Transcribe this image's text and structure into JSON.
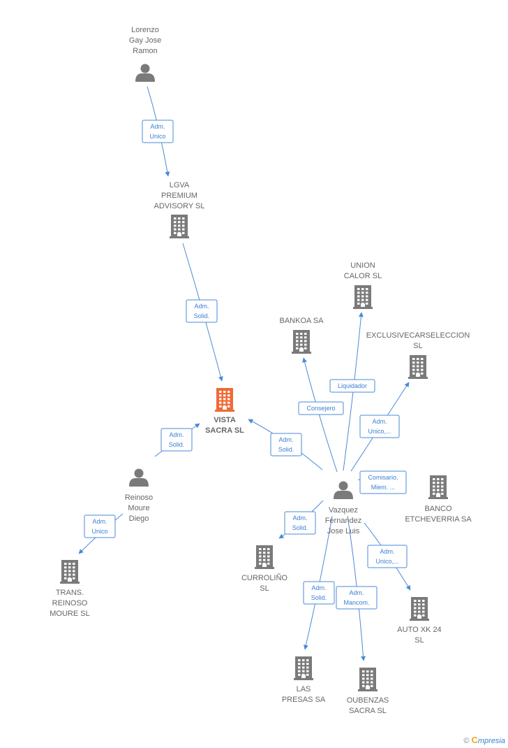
{
  "colors": {
    "edge": "#4a8ad8",
    "node": "#7a7a7a",
    "focus": "#f06a35",
    "label": "#666666"
  },
  "nodes": [
    {
      "id": "lorenzo",
      "type": "person",
      "lines": [
        "Lorenzo",
        "Gay Jose",
        "Ramon"
      ]
    },
    {
      "id": "lgva",
      "type": "company",
      "lines": [
        "LGVA",
        "PREMIUM",
        "ADVISORY  SL"
      ]
    },
    {
      "id": "vista",
      "type": "company",
      "focus": true,
      "lines": [
        "VISTA",
        "SACRA  SL"
      ]
    },
    {
      "id": "reinoso",
      "type": "person",
      "lines": [
        "Reinoso",
        "Moure",
        "Diego"
      ]
    },
    {
      "id": "trans",
      "type": "company",
      "lines": [
        "TRANS.",
        "REINOSO",
        "MOURE  SL"
      ]
    },
    {
      "id": "vazquez",
      "type": "person",
      "lines": [
        "Vazquez",
        "Fernandez",
        "Jose Luis"
      ]
    },
    {
      "id": "union",
      "type": "company",
      "lines": [
        "UNION",
        "CALOR SL"
      ]
    },
    {
      "id": "bankoa",
      "type": "company",
      "lines": [
        "BANKOA SA"
      ]
    },
    {
      "id": "exclusive",
      "type": "company",
      "lines": [
        "EXCLUSIVECARSELECCION",
        "SL"
      ]
    },
    {
      "id": "banco",
      "type": "company",
      "lines": [
        "BANCO",
        "ETCHEVERRIA SA"
      ]
    },
    {
      "id": "curro",
      "type": "company",
      "lines": [
        "CURROLIÑO",
        "SL"
      ]
    },
    {
      "id": "auto",
      "type": "company",
      "lines": [
        "AUTO XK 24",
        "SL"
      ]
    },
    {
      "id": "presas",
      "type": "company",
      "lines": [
        "LAS",
        "PRESAS SA"
      ]
    },
    {
      "id": "oubenzas",
      "type": "company",
      "lines": [
        "OUBENZAS",
        "SACRA  SL"
      ]
    }
  ],
  "edges": [
    {
      "from": "lorenzo",
      "to": "lgva",
      "label": [
        "Adm.",
        "Unico"
      ]
    },
    {
      "from": "lgva",
      "to": "vista",
      "label": [
        "Adm.",
        "Solid."
      ]
    },
    {
      "from": "reinoso",
      "to": "vista",
      "label": [
        "Adm.",
        "Solid."
      ]
    },
    {
      "from": "reinoso",
      "to": "trans",
      "label": [
        "Adm.",
        "Unico"
      ]
    },
    {
      "from": "vazquez",
      "to": "vista",
      "label": [
        "Adm.",
        "Solid."
      ]
    },
    {
      "from": "vazquez",
      "to": "bankoa",
      "label": [
        "Consejero"
      ]
    },
    {
      "from": "vazquez",
      "to": "union",
      "label": [
        "Liquidador"
      ]
    },
    {
      "from": "vazquez",
      "to": "exclusive",
      "label": [
        "Adm.",
        "Unico,..."
      ]
    },
    {
      "from": "vazquez",
      "to": "banco",
      "label": [
        "Comisario,",
        "Miem. ..."
      ]
    },
    {
      "from": "vazquez",
      "to": "curro",
      "label": [
        "Adm.",
        "Solid."
      ]
    },
    {
      "from": "vazquez",
      "to": "auto",
      "label": [
        "Adm.",
        "Unico,..."
      ]
    },
    {
      "from": "vazquez",
      "to": "presas",
      "label": [
        "Adm.",
        "Solid."
      ]
    },
    {
      "from": "vazquez",
      "to": "oubenzas",
      "label": [
        "Adm.",
        "Mancom."
      ]
    }
  ],
  "footer": {
    "copyright": "©",
    "brand_first": "C",
    "brand_rest": "mpresia"
  }
}
